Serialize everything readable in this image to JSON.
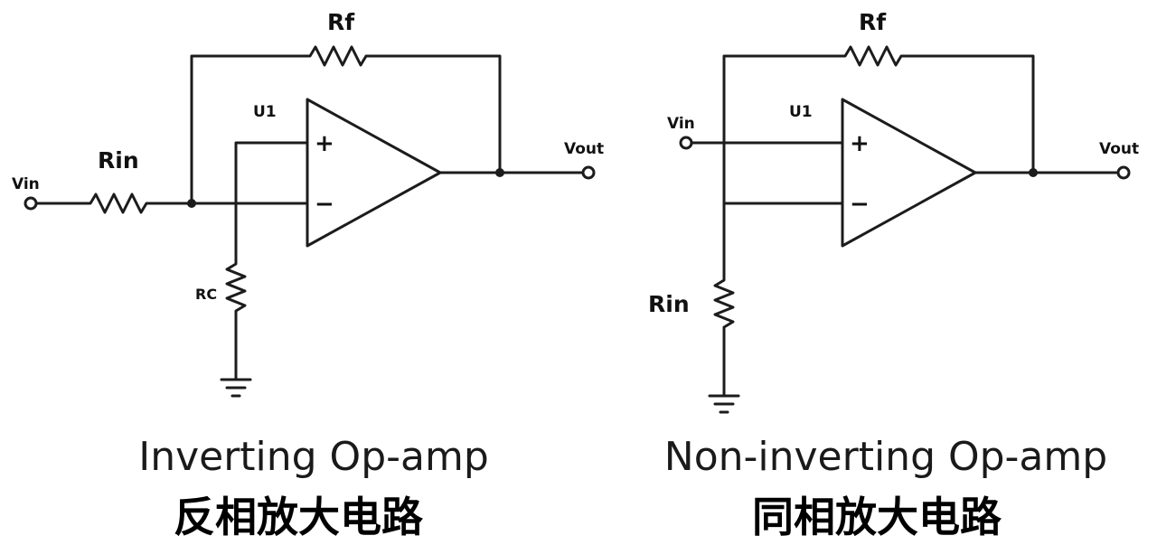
{
  "inverting": {
    "labels": {
      "rf": "Rf",
      "u1": "U1",
      "rin": "Rin",
      "vin": "Vin",
      "vout": "Vout",
      "rc": "RC",
      "plus": "+",
      "minus": "−"
    },
    "caption_en": "Inverting Op-amp",
    "caption_cn": "反相放大电路"
  },
  "non_inverting": {
    "labels": {
      "rf": "Rf",
      "u1": "U1",
      "rin": "Rin",
      "vin": "Vin",
      "vout": "Vout",
      "plus": "+",
      "minus": "−"
    },
    "caption_en": "Non-inverting Op-amp",
    "caption_cn": "同相放大电路"
  }
}
